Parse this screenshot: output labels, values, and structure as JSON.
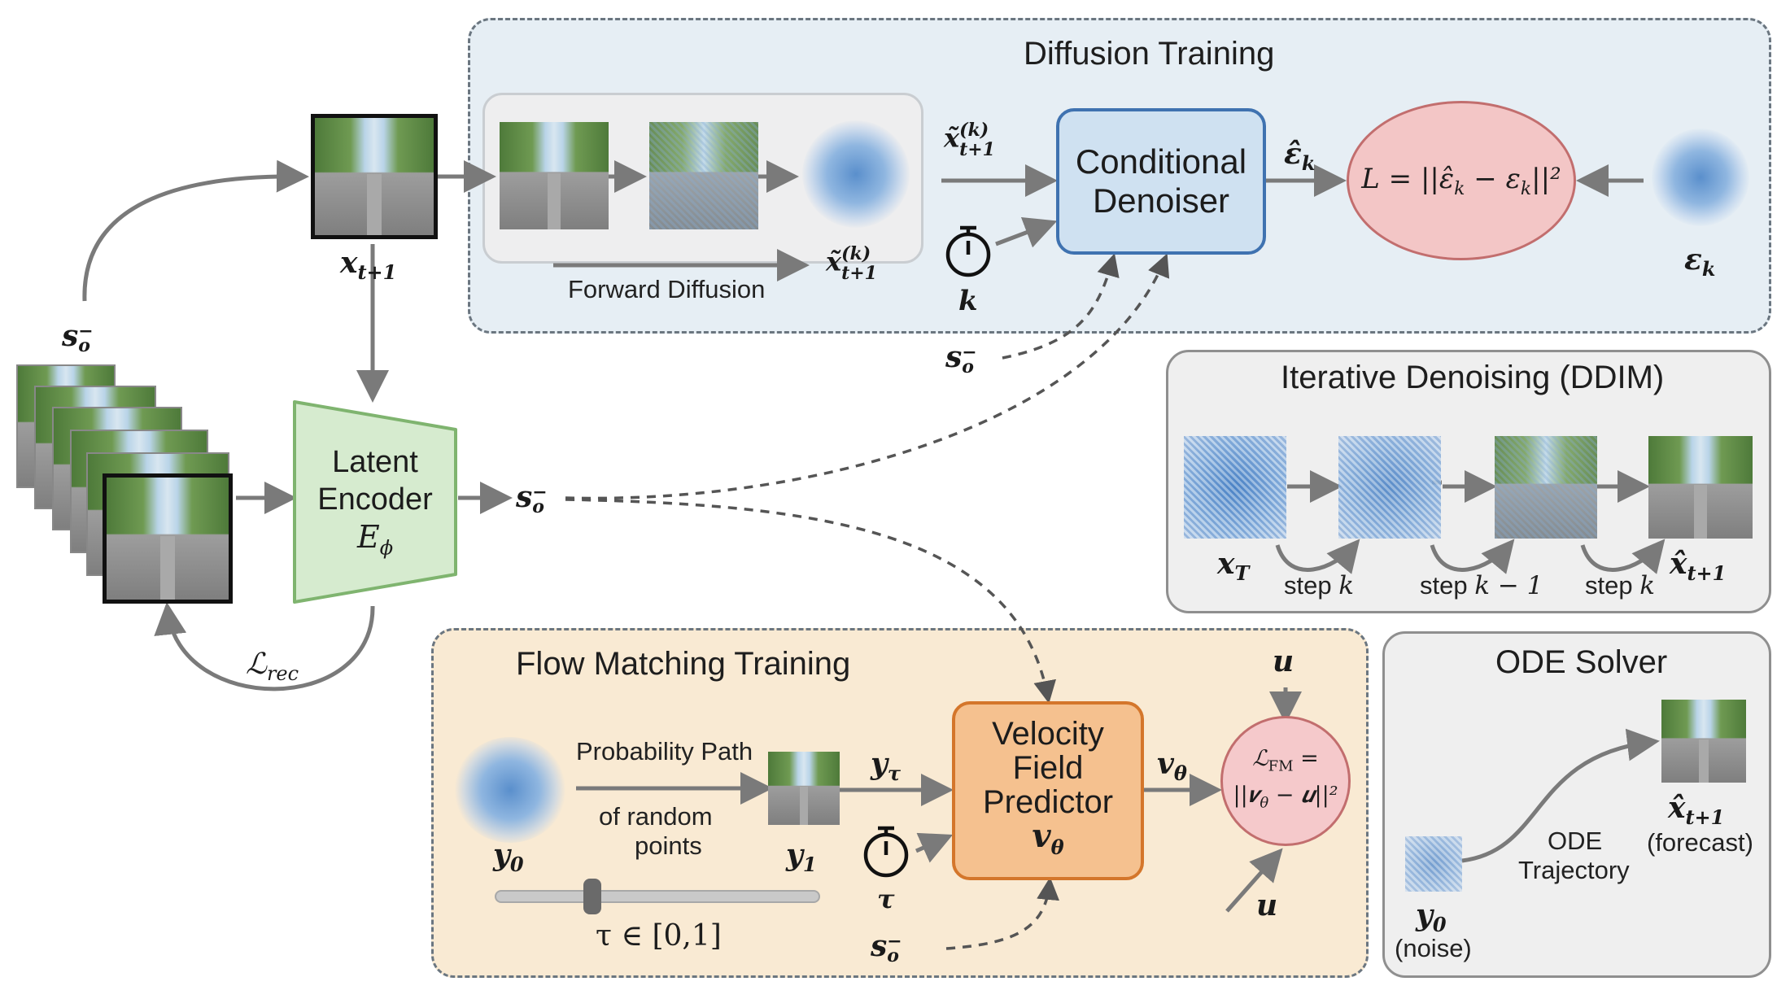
{
  "diffusion_training": {
    "title": "Diffusion Training",
    "x_label": "𝒙",
    "x_sub": "t+1",
    "forward_label": "Forward Diffusion",
    "xtilde_top": "𝒙̃",
    "xtilde_sup": "(k)",
    "xtilde_sub": "t+1",
    "xtilde_bottom": "𝒙̃",
    "denoiser_line1": "Conditional",
    "denoiser_line2": "Denoiser",
    "eps_hat": "𝜺̂",
    "eps_hat_sub": "k",
    "loss": "L = ||ε̂",
    "loss_sub1": "k",
    "loss_mid": " − ε",
    "loss_sub2": "k",
    "loss_end": "||²",
    "eps": "𝜺",
    "eps_sub": "k",
    "timer_label": "k",
    "s_label": "𝒔",
    "s_sub": "o",
    "s_sup": "−"
  },
  "encoder": {
    "line1": "Latent",
    "line2": "Encoder",
    "line3": "E",
    "line3_sub": "ϕ",
    "rec_loss": "ℒ",
    "rec_sub": "rec",
    "s_label": "𝒔",
    "s_sub": "o",
    "s_sup": "−",
    "left_s": "𝒔",
    "left_s_sub": "o",
    "left_s_sup": "−"
  },
  "ddim": {
    "title": "Iterative Denoising (DDIM)",
    "x_start": "𝒙",
    "x_start_sub": "T",
    "x_end": "𝒙̂",
    "x_end_sub": "t+1",
    "step1": "step ",
    "step1_k": "k",
    "step2": "step ",
    "step2_k": "k − 1",
    "step3": "step ",
    "step3_k": "k"
  },
  "flow_matching": {
    "title": "Flow Matching Training",
    "path_label": "Probability Path",
    "random_line1": "of random",
    "random_line2": "points",
    "y0": "𝒚",
    "y0_sub": "0",
    "y1": "𝒚",
    "y1_sub": "1",
    "y_tau": "𝒚",
    "y_tau_sub": "τ",
    "tau": "τ",
    "tau_range": "τ ∈ [0,1]",
    "tau_value": 0.3,
    "vel_line1": "Velocity",
    "vel_line2": "Field",
    "vel_line3": "Predictor",
    "vel_line4": "𝒗",
    "vel_line4_sub": "θ",
    "v_out": "𝒗",
    "v_out_sub": "θ",
    "fm_loss_top": "ℒ",
    "fm_loss_top_sub": "FM",
    "fm_loss_top_end": " =",
    "fm_loss_bottom": "||𝒗",
    "fm_loss_bottom_sub": "θ",
    "fm_loss_bottom_end": " − 𝒖||²",
    "u_top": "𝒖",
    "u_bottom": "𝒖",
    "s_label": "𝒔",
    "s_sub": "o",
    "s_sup": "−"
  },
  "ode_solver": {
    "title": "ODE Solver",
    "traj_line1": "ODE",
    "traj_line2": "Trajectory",
    "y0": "𝒚",
    "y0_sub": "0",
    "noise_label": "(noise)",
    "x_hat": "𝒙̂",
    "x_hat_sub": "t+1",
    "forecast_label": "(forecast)"
  },
  "colors": {
    "arrow": "#7a7a7a",
    "denoiser_fill": "#cfe1f1",
    "velocity_fill": "#f5c18f",
    "encoder_fill": "#d6ebcf"
  }
}
